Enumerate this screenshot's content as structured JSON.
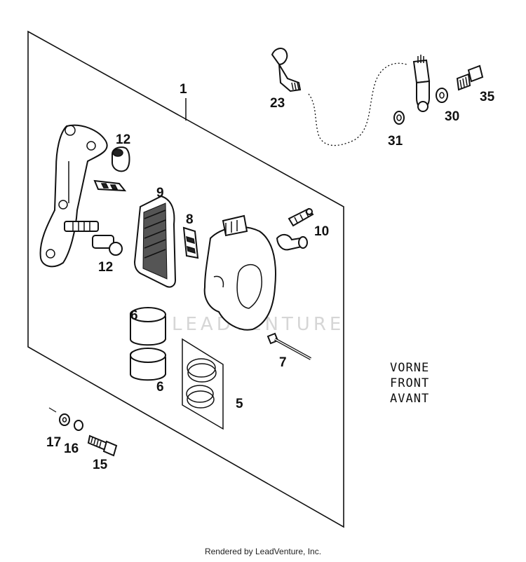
{
  "callouts": {
    "c1": "1",
    "c23": "23",
    "c35": "35",
    "c30": "30",
    "c31": "31",
    "c12a": "12",
    "c9": "9",
    "c8": "8",
    "c10": "10",
    "c12b": "12",
    "c6a": "6",
    "c6b": "6",
    "c7": "7",
    "c5": "5",
    "c17": "17",
    "c16": "16",
    "c15": "15"
  },
  "direction_labels": [
    "VORNE",
    "FRONT",
    "AVANT"
  ],
  "watermark": "LEADVENTURE",
  "footer": "Rendered by LeadVenture, Inc."
}
